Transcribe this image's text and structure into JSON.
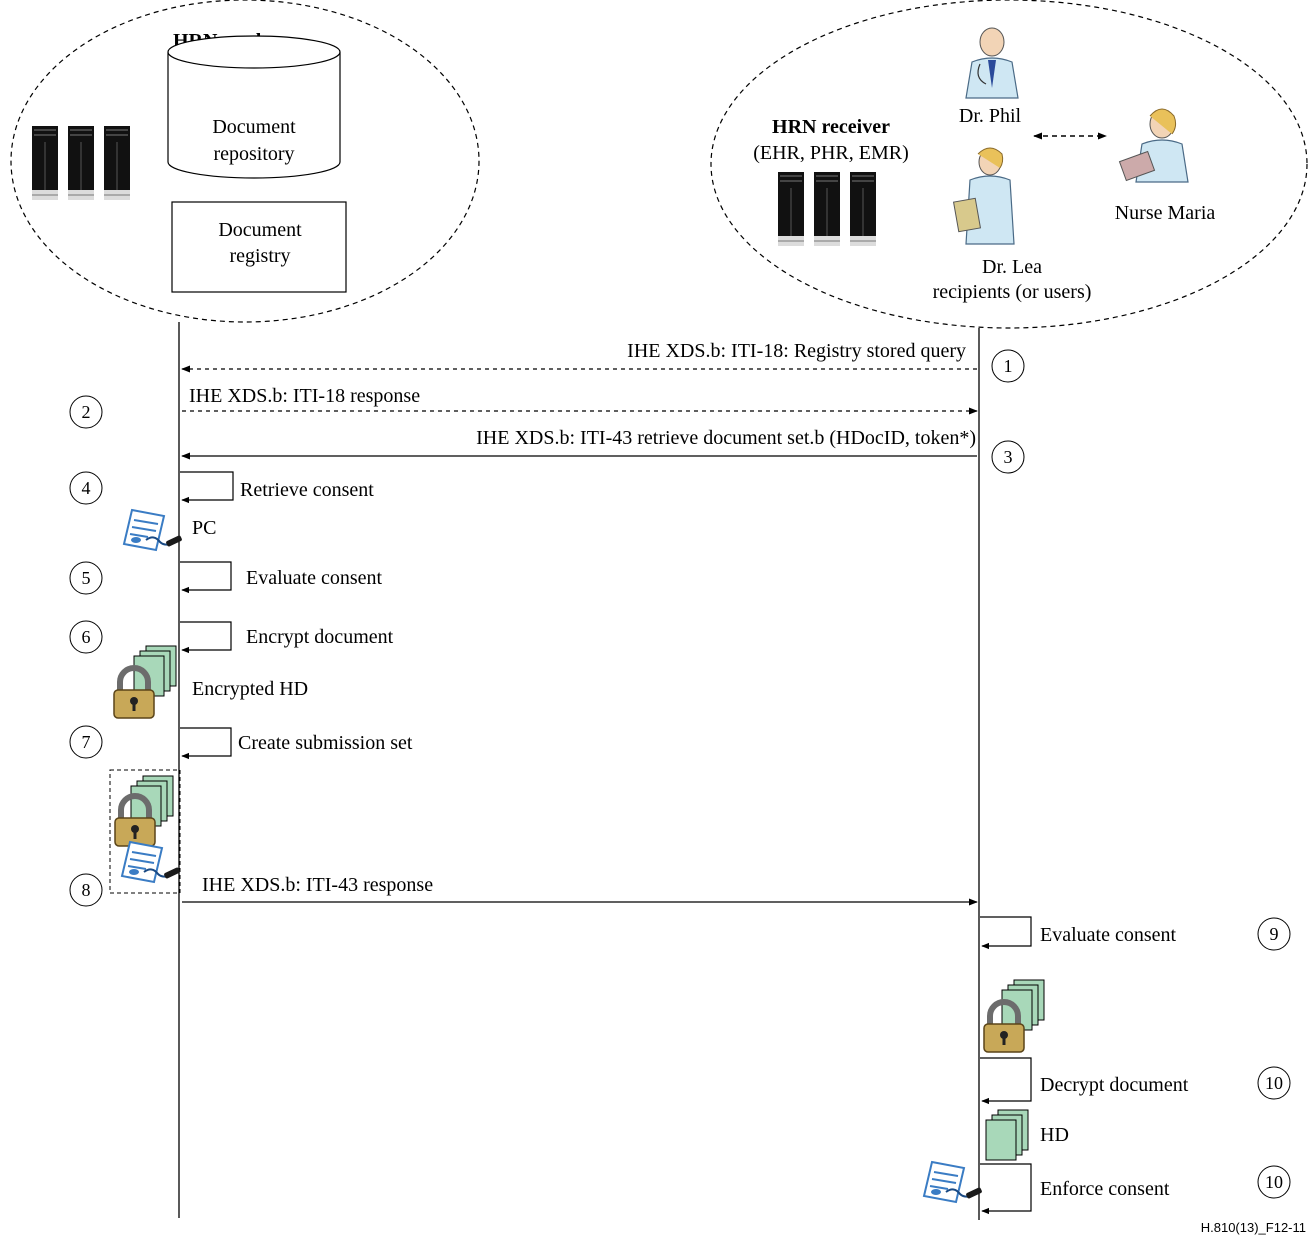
{
  "sender": {
    "title": "HRN sender",
    "repository_line1": "Document",
    "repository_line2": "repository",
    "registry_line1": "Document",
    "registry_line2": "registry"
  },
  "receiver": {
    "title": "HRN receiver",
    "subtitle": "(EHR, PHR, EMR)",
    "dr_phil": "Dr. Phil",
    "nurse_maria": "Nurse Maria",
    "dr_lea": "Dr. Lea",
    "recipients": "recipients (or users)"
  },
  "steps": [
    {
      "number": "1",
      "label": "IHE XDS.b: ITI-18: Registry stored query"
    },
    {
      "number": "2",
      "label": "IHE XDS.b: ITI-18 response"
    },
    {
      "number": "3",
      "label": "IHE XDS.b: ITI-43 retrieve document set.b (HDocID, token*)"
    },
    {
      "number": "4",
      "label": "Retrieve consent"
    },
    {
      "number": "5",
      "label": "Evaluate consent"
    },
    {
      "number": "6",
      "label": "Encrypt document"
    },
    {
      "number": "7",
      "label": "Create submission set"
    },
    {
      "number": "8",
      "label": "IHE XDS.b: ITI-43 response"
    },
    {
      "number": "9",
      "label": "Evaluate consent"
    },
    {
      "number": "10",
      "label": "Decrypt document"
    },
    {
      "number": "10",
      "label": "Enforce consent"
    }
  ],
  "artifacts": {
    "pc_label": "PC",
    "encrypted_label": "Encrypted HD",
    "hd_label": "HD"
  },
  "figure_id": "H.810(13)_F12-11",
  "colors": {
    "document_fill": "#a8d8b9",
    "lock_body": "#c8a858",
    "consent_blue": "#3a7cc4"
  }
}
